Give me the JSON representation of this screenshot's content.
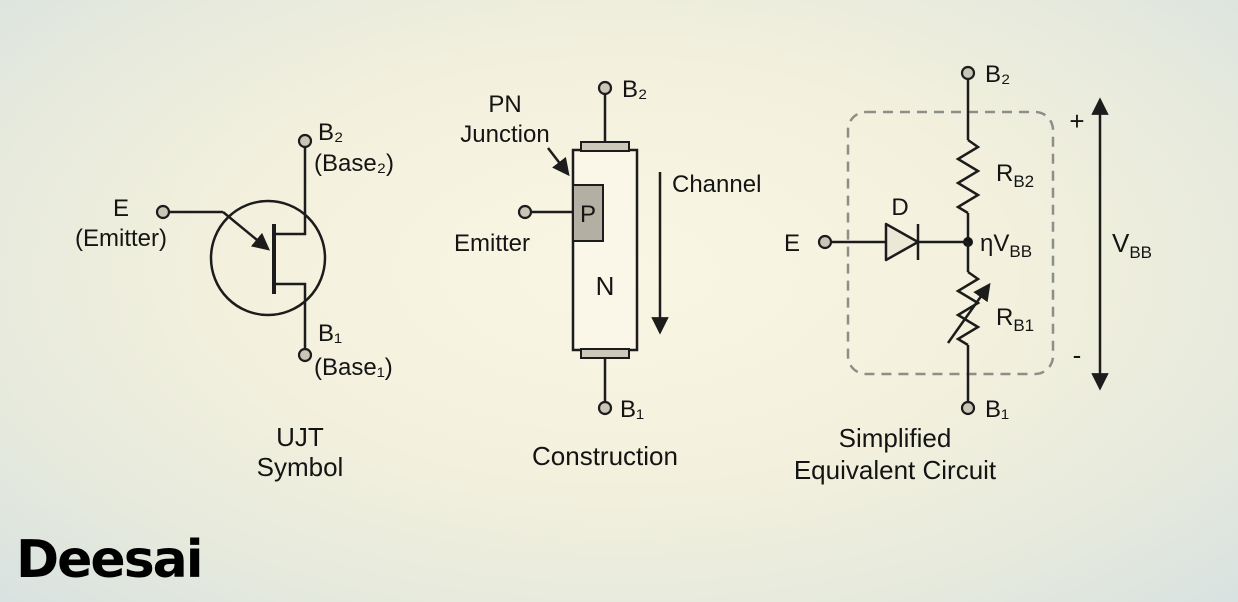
{
  "colors": {
    "line": "#1c1c1c",
    "background_center": "#faf6e4",
    "background_edge": "#d8e2e1",
    "terminal_fill": "#c9c5b7",
    "p_region_fill": "#b3afa2",
    "block_fill": "#faf7e9",
    "logo": "#000000"
  },
  "symbol": {
    "e_label": "E",
    "e_paren": "(Emitter)",
    "b2_label": "B₂",
    "b2_paren": "(Base₂)",
    "b1_label": "B₁",
    "b1_paren": "(Base₁)",
    "caption1": "UJT",
    "caption2": "Symbol"
  },
  "construction": {
    "pn1": "PN",
    "pn2": "Junction",
    "emitter": "Emitter",
    "p": "P",
    "n": "N",
    "channel": "Channel",
    "b2": "B₂",
    "b1": "B₁",
    "caption": "Construction"
  },
  "equivalent": {
    "e": "E",
    "d": "D",
    "b2": "B₂",
    "b1": "B₁",
    "rb2_base": "R",
    "rb2_sub": "B2",
    "rb1_base": "R",
    "rb1_sub": "B1",
    "eta_base": "ηV",
    "eta_sub": "BB",
    "vbb_base": "V",
    "vbb_sub": "BB",
    "plus": "+",
    "minus": "-",
    "caption1": "Simplified",
    "caption2": "Equivalent Circuit"
  },
  "logo": {
    "text": "Deesai"
  }
}
